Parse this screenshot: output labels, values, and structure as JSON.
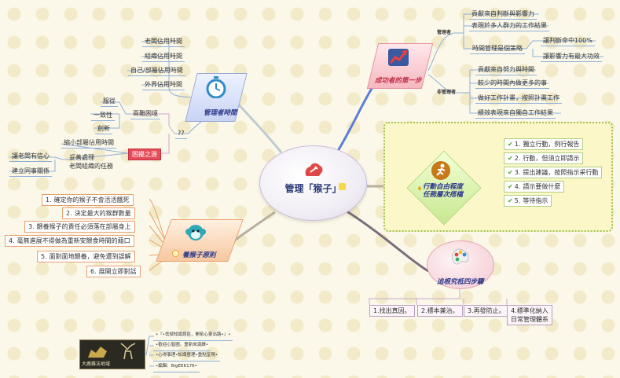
{
  "center": {
    "title": "管理「猴子」",
    "icon": "pen-wrench-icon"
  },
  "time_branch": {
    "label": "管理者時間",
    "icon": "stopwatch-icon",
    "items": [
      "老闆佔用時間",
      "組織佔用時間",
      "自己/部屬佔用時間",
      "外界佔用時間"
    ],
    "sub": {
      "label": "??",
      "dilemma": {
        "label": "兩難困境",
        "items": [
          "服從",
          "一致性",
          "創新"
        ]
      },
      "cause": {
        "label": "困擾之源"
      },
      "reduce": "縮小部屬佔用時間",
      "proper": {
        "label": "妥善處理\n老闆組織的任務",
        "items": [
          "讓老闆有信心",
          "建立同事關係"
        ]
      }
    }
  },
  "success_branch": {
    "label": "成功者的第一步",
    "icon": "trend-chart-icon",
    "manager": {
      "label": "管理者",
      "items": [
        "貢獻來自判斷與影響力",
        "表現於多人群力的工作結果"
      ],
      "strategy": {
        "label": "時間管理是個策略",
        "items": [
          "讓判斷命中100%",
          "讓影響力有最大功效"
        ]
      }
    },
    "non_manager": {
      "label": "非管理者",
      "items": [
        "貢獻來自努力與時間",
        "較少的時間內做更多的事",
        "做好工作計畫，按照計畫工作",
        "績效表現來自獨自工作結果"
      ]
    }
  },
  "freedom_branch": {
    "label": "行動自由程度\n任務層次搭檔",
    "icon": "runner-icon",
    "items": [
      {
        "n": "1.",
        "text": "獨立行動，例行報告"
      },
      {
        "n": "2.",
        "text": "行動，但須立即請示"
      },
      {
        "n": "3.",
        "text": "提出建議，按照指示采行動"
      },
      {
        "n": "4.",
        "text": "請示要做什麼"
      },
      {
        "n": "5.",
        "text": "等待指示"
      }
    ]
  },
  "origin_branch": {
    "label": "追根究柢四步驟",
    "icon": "palette-icon",
    "items": [
      "1.找出真因。",
      "2.標本兼治。",
      "3.再發防止。",
      "4.標準化納入\n日常管理體系"
    ]
  },
  "monkey_branch": {
    "label": "養猴子原則",
    "icon": "monkey-icon",
    "items": [
      {
        "n": "1.",
        "text": "確定你的猴子不會活活餓死"
      },
      {
        "n": "2.",
        "text": "決定最大的猴群數量"
      },
      {
        "n": "3.",
        "text": "餵養猴子的責任必須落在部屬身上"
      },
      {
        "n": "4.",
        "text": "毫無進展不得做為重新安餵食時間的藉口"
      },
      {
        "n": "5.",
        "text": "面對面地餵養，避免遭到誤解"
      },
      {
        "n": "6.",
        "text": "展開立即對話"
      }
    ]
  },
  "footer": {
    "logo_caption": "大鹿雜法地域",
    "lines": [
      "•『•丟掉知識誤區，開拓心靈出路•』•",
      "•歡迎心智圖，重新來演繹•",
      "•心得事理•知識整理•重點呈現•",
      "•編輯：BigEEK176•"
    ]
  },
  "colors": {
    "topic_blue": "#2d3a8a",
    "accent_red": "#e04848",
    "line_blue": "#5b7fd6",
    "line_gray": "#b8b0a0",
    "line_dark": "#8a6e78"
  }
}
